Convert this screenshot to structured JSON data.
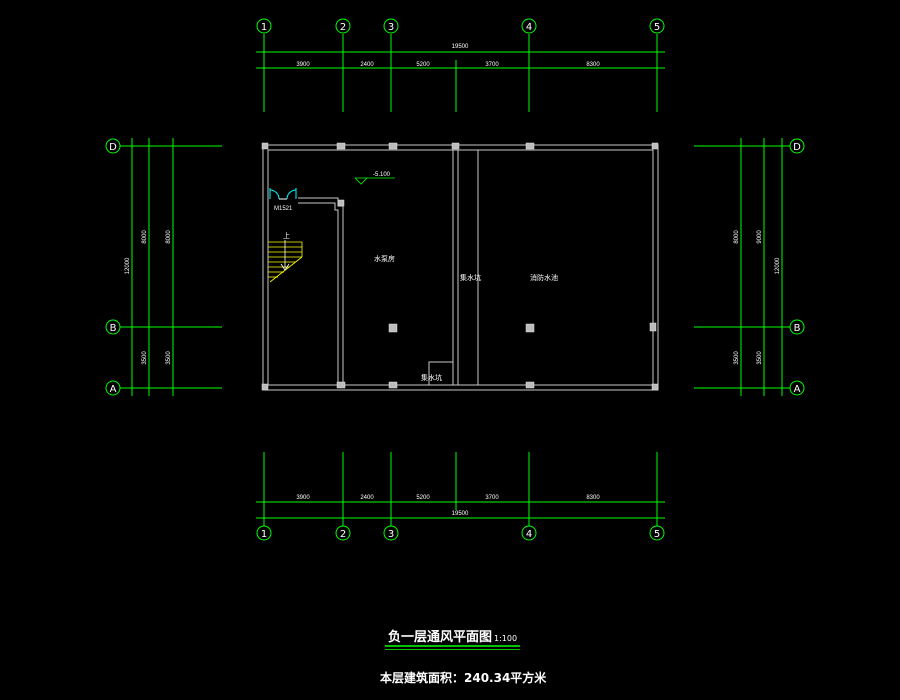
{
  "colors": {
    "background": "#000000",
    "axis_line": "#00ff00",
    "wall": "#c8c8c8",
    "text": "#ffffff",
    "stair": "#ffff00",
    "door": "#00ffff"
  },
  "axes": {
    "columns": [
      "1",
      "2",
      "3",
      "4",
      "5"
    ],
    "rows": [
      "D",
      "B",
      "A"
    ]
  },
  "dims": {
    "horizontal": [
      "3900",
      "2400",
      "5200",
      "3700",
      "8300"
    ],
    "horizontal_total": "19500",
    "left_segments": [
      "8000",
      "3500"
    ],
    "left_segments_alt": [
      "8000",
      "3500"
    ],
    "left_total": "12000",
    "right_segments": [
      "8000",
      "3500"
    ],
    "right_segments_alt": [
      "9000",
      "3500"
    ],
    "right_total": "12000"
  },
  "rooms": {
    "pump_room": "水泵房",
    "sump_left": "集水坑",
    "sump_center": "集水坑",
    "fire_pool": "消防水池",
    "stair_up": "上",
    "door_code": "M1521",
    "elevation": "-5.100"
  },
  "title": {
    "main": "负一层通风平面图",
    "scale": "1:100",
    "area": "本层建筑面积：240.34平方米"
  }
}
